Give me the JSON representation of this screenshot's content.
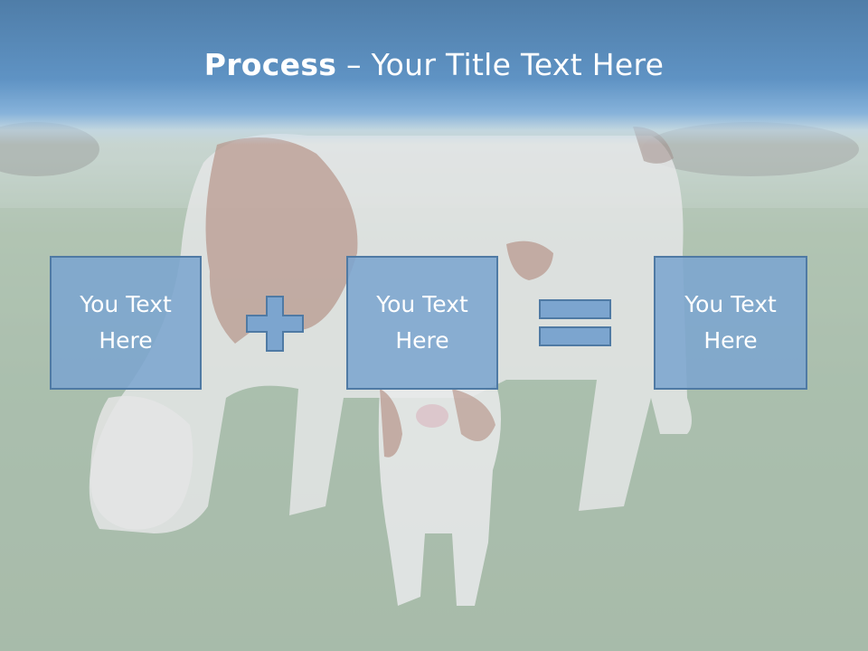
{
  "slide": {
    "title_bold": "Process",
    "title_rest": " – Your Title Text Here"
  },
  "process": {
    "boxes": [
      {
        "text": "You Text Here"
      },
      {
        "text": "You Text Here"
      },
      {
        "text": "You Text Here"
      }
    ],
    "operators": [
      "plus-icon",
      "equals-icon"
    ]
  },
  "colors": {
    "title_band": "#5f93c4",
    "box_fill": "#7ca5cf",
    "box_border": "#4f7aa4",
    "text": "#ffffff"
  }
}
